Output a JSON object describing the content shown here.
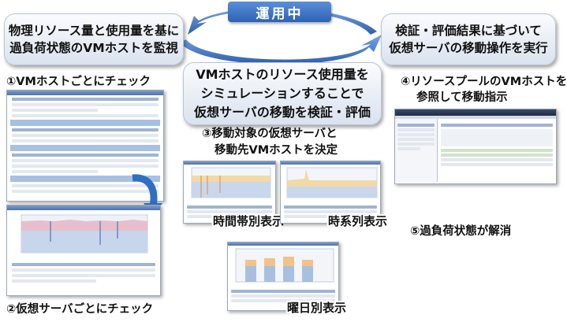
{
  "badge": {
    "label": "運用中"
  },
  "bubbles": {
    "left": {
      "line1": "物理リソース量と使用量を基に",
      "line2": "過負荷状態のVMホストを監視"
    },
    "right": {
      "line1": "検証・評価結果に基づいて",
      "line2": "仮想サーバの移動操作を実行"
    },
    "center": {
      "line1": "VMホストのリソース使用量を",
      "line2": "シミュレーションすることで",
      "line3": "仮想サーバの移動を検証・評価"
    }
  },
  "steps": {
    "s1": "①VMホストごとにチェック",
    "s2": "②仮想サーバごとにチェック",
    "s3_line1": "③移動対象の仮想サーバと",
    "s3_line2": "移動先VMホストを決定",
    "s4_line1": "④リソースプールのVMホストを",
    "s4_line2": "参照して移動指示",
    "s5": "⑤過負荷状態が解消"
  },
  "screenshot_labels": {
    "time_zone": "時間帯別表示",
    "time_series": "時系列表示",
    "day_of_week": "曜日別表示"
  },
  "colors": {
    "badge": "#3b6fc0",
    "cycle_arrow": "#3a6fc4",
    "curve_arrow": "#2f6fc0"
  }
}
